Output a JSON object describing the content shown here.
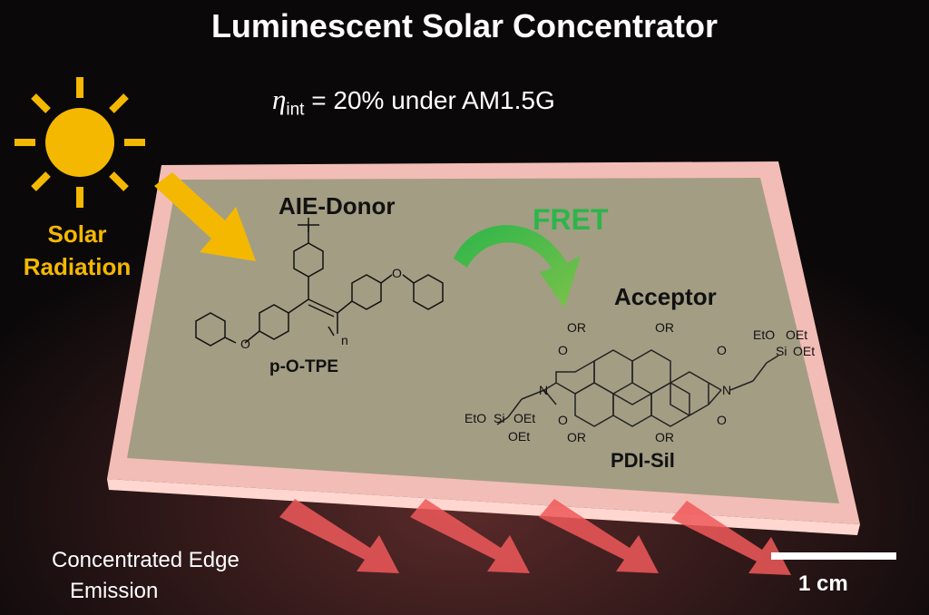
{
  "title": "Luminescent Solar Concentrator",
  "efficiency": {
    "symbol": "η",
    "subscript": "int",
    "text": " = 20% under AM1.5G"
  },
  "solar_label": [
    "Solar",
    "Radiation"
  ],
  "donor": {
    "heading": "AIE-Donor",
    "name": "p-O-TPE",
    "repeat": "n"
  },
  "fret_label": "FRET",
  "acceptor": {
    "heading": "Acceptor",
    "name": "PDI-Sil",
    "substituent": "OR",
    "silyl": [
      "EtO",
      "OEt",
      "Si",
      "OEt"
    ],
    "carbonyl": "O",
    "nitrogen": "N"
  },
  "edge_emission": [
    "Concentrated Edge",
    "Emission"
  ],
  "scale_bar": "1 cm",
  "colors": {
    "sun": "#f5b800",
    "fret": "#2db54a",
    "emission": "#f0595a",
    "slab": "#a39d84"
  }
}
